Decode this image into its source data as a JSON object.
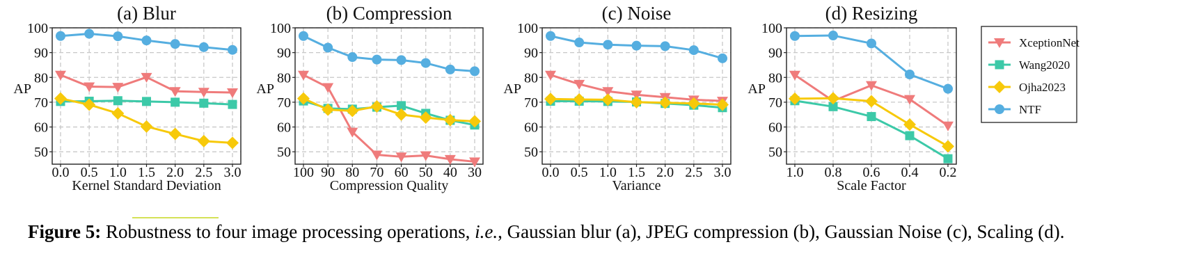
{
  "colors": {
    "XceptionNet": "#ef7b7b",
    "Wang2020": "#3cc9a8",
    "Ojha2023": "#f7c90a",
    "NTF": "#55aee0"
  },
  "legend": {
    "placement": "right",
    "entries": [
      {
        "name": "XceptionNet",
        "marker": "triangle-down"
      },
      {
        "name": "Wang2020",
        "marker": "square"
      },
      {
        "name": "Ojha2023",
        "marker": "diamond"
      },
      {
        "name": "NTF",
        "marker": "circle"
      }
    ]
  },
  "caption": {
    "label": "Figure 5:",
    "text": " Robustness to four image processing operations, ",
    "italic": "i.e.",
    "rest": ", Gaussian blur (a), JPEG compression (b), Gaussian Noise (c), Scaling (d)."
  },
  "chart_data": [
    {
      "type": "line",
      "title": "(a) Blur",
      "xlabel": "Kernel Standard Deviation",
      "ylabel": "AP",
      "categories": [
        "0.0",
        "0.5",
        "1.0",
        "1.5",
        "2.0",
        "2.5",
        "3.0"
      ],
      "ylim": [
        45,
        100
      ],
      "yticks": [
        50,
        60,
        70,
        80,
        90,
        100
      ],
      "grid": true,
      "series": [
        {
          "name": "XceptionNet",
          "values": [
            81.0,
            76.3,
            76.1,
            80.1,
            74.4,
            74.1,
            73.9
          ]
        },
        {
          "name": "Wang2020",
          "values": [
            70.3,
            70.4,
            70.6,
            70.3,
            70.0,
            69.6,
            69.1
          ]
        },
        {
          "name": "Ojha2023",
          "values": [
            71.5,
            69.0,
            65.5,
            60.2,
            57.2,
            54.3,
            53.6
          ]
        },
        {
          "name": "NTF",
          "values": [
            96.7,
            97.6,
            96.6,
            94.9,
            93.5,
            92.2,
            91.1
          ]
        }
      ]
    },
    {
      "type": "line",
      "title": "(b) Compression",
      "xlabel": "Compression Quality",
      "ylabel": "AP",
      "categories": [
        "100",
        "90",
        "80",
        "70",
        "60",
        "50",
        "40",
        "30"
      ],
      "ylim": [
        45,
        100
      ],
      "yticks": [
        50,
        60,
        70,
        80,
        90,
        100
      ],
      "grid": true,
      "series": [
        {
          "name": "XceptionNet",
          "values": [
            81.0,
            76.0,
            58.0,
            48.8,
            48.0,
            48.5,
            47.0,
            46.0
          ]
        },
        {
          "name": "Wang2020",
          "values": [
            70.5,
            67.5,
            67.2,
            68.0,
            68.6,
            65.5,
            62.7,
            60.8
          ]
        },
        {
          "name": "Ojha2023",
          "values": [
            71.5,
            67.0,
            66.5,
            68.3,
            65.0,
            63.8,
            62.8,
            62.3
          ]
        },
        {
          "name": "NTF",
          "values": [
            96.7,
            92.0,
            88.2,
            87.2,
            87.0,
            85.8,
            83.2,
            82.5
          ]
        }
      ]
    },
    {
      "type": "line",
      "title": "(c) Noise",
      "xlabel": "Variance",
      "ylabel": "AP",
      "categories": [
        "0.0",
        "0.5",
        "1.0",
        "1.5",
        "2.0",
        "2.5",
        "3.0"
      ],
      "ylim": [
        45,
        100
      ],
      "yticks": [
        50,
        60,
        70,
        80,
        90,
        100
      ],
      "grid": true,
      "series": [
        {
          "name": "XceptionNet",
          "values": [
            81.0,
            77.3,
            74.4,
            73.0,
            72.0,
            71.0,
            70.5
          ]
        },
        {
          "name": "Wang2020",
          "values": [
            70.4,
            70.4,
            70.3,
            70.1,
            69.5,
            68.8,
            67.8
          ]
        },
        {
          "name": "Ojha2023",
          "values": [
            71.3,
            71.1,
            71.0,
            70.0,
            69.8,
            69.5,
            69.0
          ]
        },
        {
          "name": "NTF",
          "values": [
            96.7,
            94.1,
            93.2,
            92.8,
            92.6,
            91.0,
            87.7
          ]
        }
      ]
    },
    {
      "type": "line",
      "title": "(d) Resizing",
      "xlabel": "Scale Factor",
      "ylabel": "AP",
      "categories": [
        "1.0",
        "0.8",
        "0.6",
        "0.4",
        "0.2"
      ],
      "ylim": [
        45,
        100
      ],
      "yticks": [
        50,
        60,
        70,
        80,
        90,
        100
      ],
      "grid": true,
      "series": [
        {
          "name": "XceptionNet",
          "values": [
            81.0,
            70.5,
            76.8,
            71.2,
            60.5
          ]
        },
        {
          "name": "Wang2020",
          "values": [
            70.6,
            68.2,
            64.2,
            56.5,
            47.2
          ]
        },
        {
          "name": "Ojha2023",
          "values": [
            71.4,
            71.6,
            70.4,
            61.0,
            52.2
          ]
        },
        {
          "name": "NTF",
          "values": [
            96.7,
            96.9,
            93.7,
            81.2,
            75.4
          ]
        }
      ]
    }
  ]
}
